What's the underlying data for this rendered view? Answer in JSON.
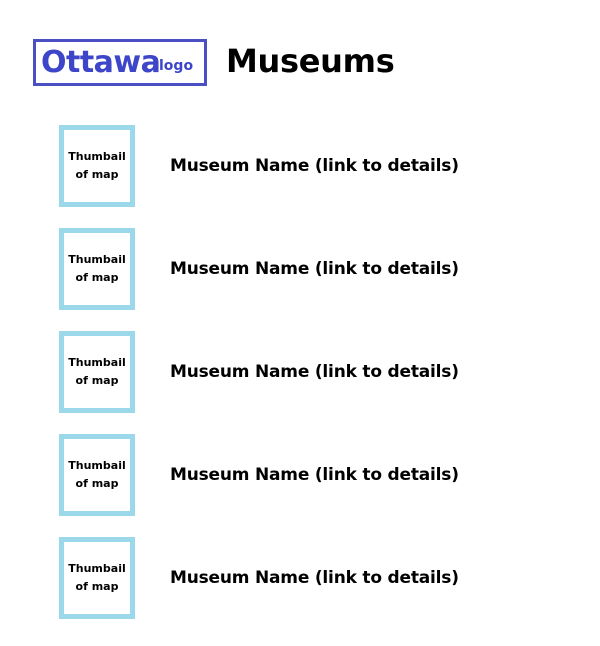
{
  "header": {
    "logo_text": "Ottawa",
    "logo_sub": "logo",
    "title": "Museums"
  },
  "museums": [
    {
      "thumbnail_label": "Thumbail of map",
      "name_link": "Museum Name (link to details)"
    },
    {
      "thumbnail_label": "Thumbail of map",
      "name_link": "Museum Name (link to details)"
    },
    {
      "thumbnail_label": "Thumbail of map",
      "name_link": "Museum Name (link to details)"
    },
    {
      "thumbnail_label": "Thumbail of map",
      "name_link": "Museum Name (link to details)"
    },
    {
      "thumbnail_label": "Thumbail of map",
      "name_link": "Museum Name (link to details)"
    }
  ],
  "colors": {
    "logo_accent": "#3d45c8",
    "thumbnail_border": "#9ad8ea"
  }
}
